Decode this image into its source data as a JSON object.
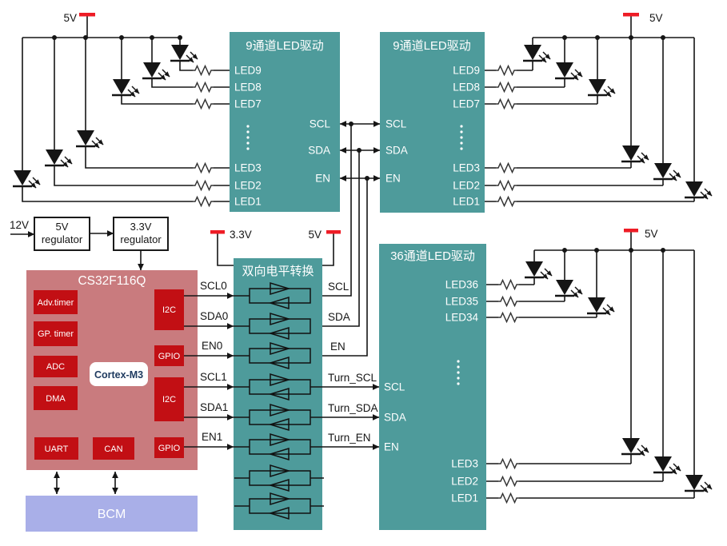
{
  "colors": {
    "block_teal": "#4E9B9B",
    "mcu_pink": "#C97B7E",
    "module_red": "#C20F14",
    "bcm_purple": "#A9AFE8",
    "power_red": "#EE1C25",
    "core_text": "#1E3A5F"
  },
  "power": {
    "top_left_5v": "5V",
    "top_right_5v": "5V",
    "input_12v": "12V",
    "shifter_3v3": "3.3V",
    "shifter_5v": "5V",
    "bottom_right_5v": "5V"
  },
  "regulators": {
    "reg5": {
      "line1": "5V",
      "line2": "regulator"
    },
    "reg33": {
      "line1": "3.3V",
      "line2": "regulator"
    }
  },
  "mcu": {
    "title": "CS32F116Q",
    "core": "Cortex-M3",
    "modules": {
      "adv_timer": "Adv.timer",
      "gp_timer": "GP. timer",
      "adc": "ADC",
      "dma": "DMA",
      "uart": "UART",
      "can": "CAN",
      "i2c_a": "I2C",
      "gpio_a": "GPIO",
      "i2c_b": "I2C",
      "gpio_b": "GPIO"
    },
    "pins": {
      "scl0": "SCL0",
      "sda0": "SDA0",
      "en0": "EN0",
      "scl1": "SCL1",
      "sda1": "SDA1",
      "en1": "EN1"
    }
  },
  "bcm": {
    "title": "BCM"
  },
  "level_shifter": {
    "title": "双向电平转换",
    "outputs_top": {
      "scl": "SCL",
      "sda": "SDA",
      "en": "EN"
    },
    "outputs_bottom": {
      "turn_scl": "Turn_SCL",
      "turn_sda": "Turn_SDA",
      "turn_en": "Turn_EN"
    }
  },
  "driver_top_left": {
    "title": "9通道LED驱动",
    "leds": [
      "LED9",
      "LED8",
      "LED7",
      "LED3",
      "LED2",
      "LED1"
    ],
    "bus": [
      "SCL",
      "SDA",
      "EN"
    ]
  },
  "driver_top_right": {
    "title": "9通道LED驱动",
    "leds": [
      "LED9",
      "LED8",
      "LED7",
      "LED3",
      "LED2",
      "LED1"
    ],
    "bus": [
      "SCL",
      "SDA",
      "EN"
    ]
  },
  "driver_36": {
    "title": "36通道LED驱动",
    "leds_top": [
      "LED36",
      "LED35",
      "LED34"
    ],
    "leds_bottom": [
      "LED3",
      "LED2",
      "LED1"
    ],
    "bus": [
      "SCL",
      "SDA",
      "EN"
    ]
  }
}
